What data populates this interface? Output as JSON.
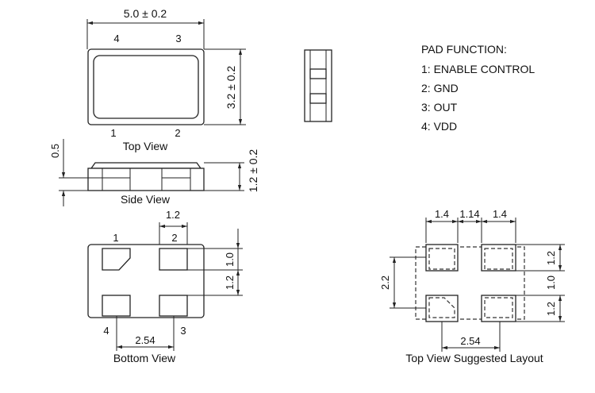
{
  "top_view": {
    "width_dim": "5.0 ± 0.2",
    "height_dim": "3.2 ± 0.2",
    "pins": [
      "1",
      "2",
      "3",
      "4"
    ],
    "caption": "Top View"
  },
  "side_view": {
    "offset_dim": "0.5",
    "height_dim": "1.2 ± 0.2",
    "caption": "Side View"
  },
  "pad_function": {
    "title": "PAD FUNCTION:",
    "items": [
      "1: ENABLE CONTROL",
      "2: GND",
      "3: OUT",
      "4: VDD"
    ]
  },
  "bottom_view": {
    "pad_width": "1.2",
    "pad_height": "1.0",
    "pad_gap": "1.2",
    "pitch": "2.54",
    "pins": [
      "1",
      "2",
      "3",
      "4"
    ],
    "caption": "Bottom View"
  },
  "layout": {
    "pad_w1": "1.4",
    "gap": "1.14",
    "pad_w2": "1.4",
    "pad_h1": "1.2",
    "gap_v": "1.0",
    "pad_h2": "1.2",
    "span": "2.2",
    "pitch": "2.54",
    "caption": "Top View Suggested Layout"
  }
}
